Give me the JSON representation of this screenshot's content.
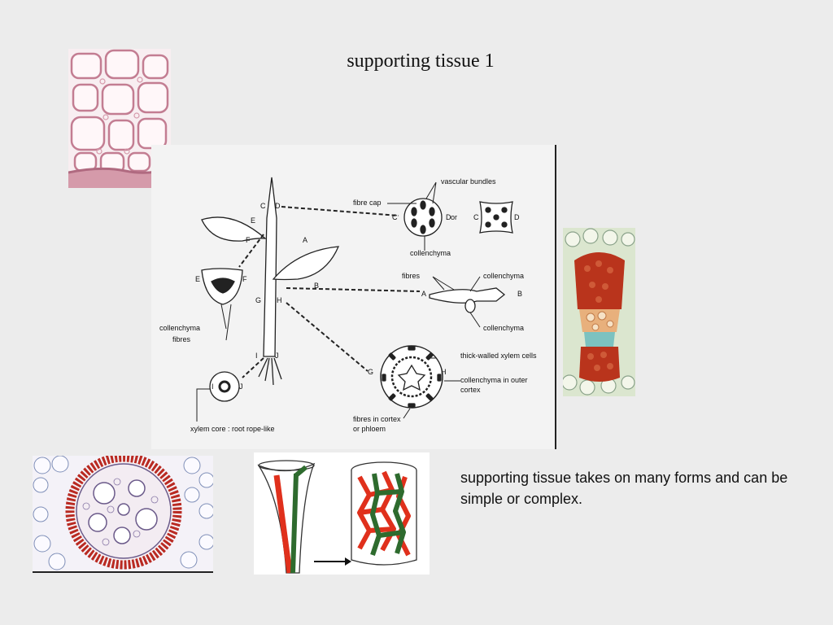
{
  "slide": {
    "title": "supporting tissue 1",
    "caption": "supporting tissue takes on many forms and can be simple or complex."
  },
  "diagram": {
    "labels": {
      "vascular_bundles": "vascular bundles",
      "fibre_cap": "fibre cap",
      "or": "or",
      "collenchyma": "collenchyma",
      "fibres": "fibres",
      "thick_walled_xylem": "thick-walled xylem cells",
      "collenchyma_outer_1": "collenchyma in outer",
      "collenchyma_outer_2": "cortex",
      "fibres_cortex_1": "fibres in cortex",
      "fibres_cortex_2": "or phloem",
      "xylem_core": "xylem core : root rope-like"
    },
    "letters": {
      "A": "A",
      "B": "B",
      "C": "C",
      "D": "D",
      "E": "E",
      "F": "F",
      "G": "G",
      "H": "H",
      "I": "I",
      "J": "J"
    }
  },
  "colors": {
    "background": "#ececec",
    "collenchyma_red": "#c8301c",
    "xylem_green": "#2e6b2e",
    "stain_pink": "#c98a9a",
    "stain_blue": "#6f87b8"
  }
}
